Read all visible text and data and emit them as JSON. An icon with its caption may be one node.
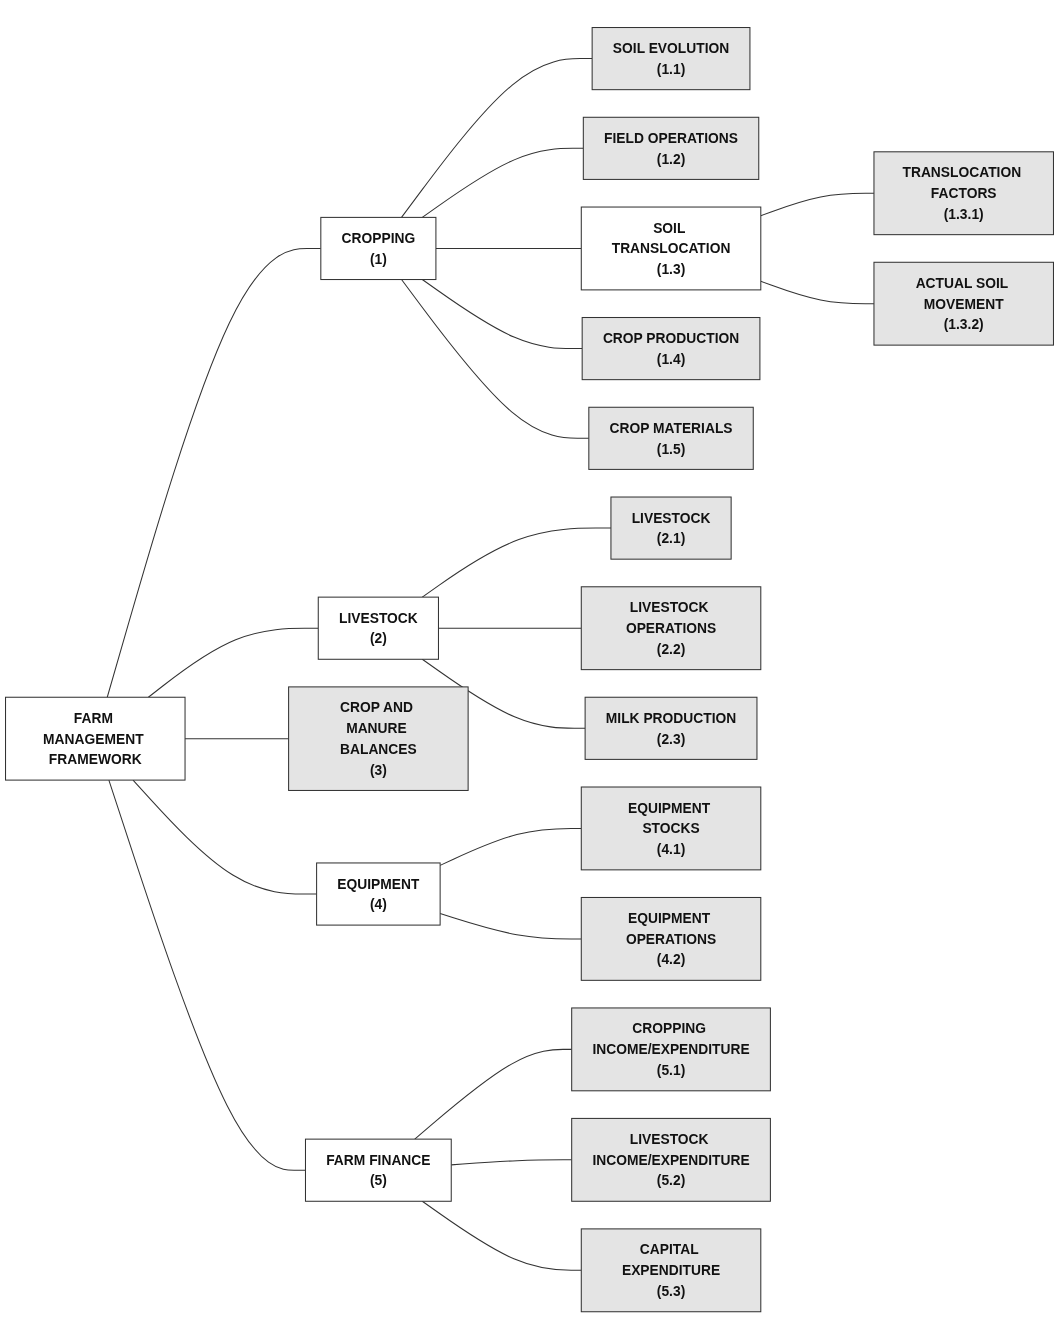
{
  "diagram": {
    "nodes": [
      {
        "text": [
          "FARM MANAGEMENT FRAMEWORK"
        ]
      },
      {
        "text": [
          "CROPPING",
          "(1)"
        ]
      },
      {
        "text": [
          "SOIL EVOLUTION",
          "(1.1)"
        ]
      },
      {
        "text": [
          "FIELD OPERATIONS",
          "(1.2)"
        ]
      },
      {
        "text": [
          "SOIL TRANSLOCATION",
          "(1.3)"
        ]
      },
      {
        "text": [
          "TRANSLOCATION FACTORS",
          "(1.3.1)"
        ]
      },
      {
        "text": [
          "ACTUAL SOIL MOVEMENT",
          "(1.3.2)"
        ]
      },
      {
        "text": [
          "CROP PRODUCTION",
          "(1.4)"
        ]
      },
      {
        "text": [
          "CROP MATERIALS",
          "(1.5)"
        ]
      },
      {
        "text": [
          "LIVESTOCK",
          "(2)"
        ]
      },
      {
        "text": [
          "LIVESTOCK",
          "(2.1)"
        ]
      },
      {
        "text": [
          "LIVESTOCK OPERATIONS",
          "(2.2)"
        ]
      },
      {
        "text": [
          "MILK PRODUCTION",
          "(2.3)"
        ]
      },
      {
        "text": [
          "CROP AND MANURE BALANCES",
          "(3)"
        ]
      },
      {
        "text": [
          "EQUIPMENT",
          "(4)"
        ]
      },
      {
        "text": [
          "EQUIPMENT STOCKS",
          "(4.1)"
        ]
      },
      {
        "text": [
          "EQUIPMENT OPERATIONS",
          "(4.2)"
        ]
      },
      {
        "text": [
          "FARM FINANCE",
          "(5)"
        ]
      },
      {
        "text": [
          "CROPPING INCOME/EXPENDITURE",
          "(5.1)"
        ]
      },
      {
        "text": [
          "LIVESTOCK INCOME/EXPENDITURE",
          "(5.2)"
        ]
      },
      {
        "text": [
          "CAPITAL EXPENDITURE",
          "(5.3)"
        ]
      }
    ],
    "edges": [
      {
        "from": 0,
        "to": 1,
        "arrow": "none"
      },
      {
        "from": 1,
        "to": 2,
        "arrow": "none"
      },
      {
        "from": 1,
        "to": 3,
        "arrow": "none"
      },
      {
        "from": 1,
        "to": 4,
        "arrow": "none"
      },
      {
        "from": 4,
        "to": 5,
        "arrow": "none"
      },
      {
        "from": 4,
        "to": 6,
        "arrow": "none"
      },
      {
        "from": 1,
        "to": 7,
        "arrow": "none"
      },
      {
        "from": 1,
        "to": 8,
        "arrow": "none"
      },
      {
        "from": 0,
        "to": 9,
        "arrow": "none"
      },
      {
        "from": 9,
        "to": 10,
        "arrow": "none"
      },
      {
        "from": 9,
        "to": 11,
        "arrow": "none"
      },
      {
        "from": 9,
        "to": 12,
        "arrow": "none"
      },
      {
        "from": 0,
        "to": 13,
        "arrow": "none"
      },
      {
        "from": 0,
        "to": 14,
        "arrow": "none"
      },
      {
        "from": 14,
        "to": 15,
        "arrow": "none"
      },
      {
        "from": 14,
        "to": 16,
        "arrow": "none"
      },
      {
        "from": 0,
        "to": 17,
        "arrow": "none"
      },
      {
        "from": 17,
        "to": 18,
        "arrow": "none"
      },
      {
        "from": 17,
        "to": 19,
        "arrow": "none"
      },
      {
        "from": 17,
        "to": 20,
        "arrow": "none"
      }
    ]
  }
}
